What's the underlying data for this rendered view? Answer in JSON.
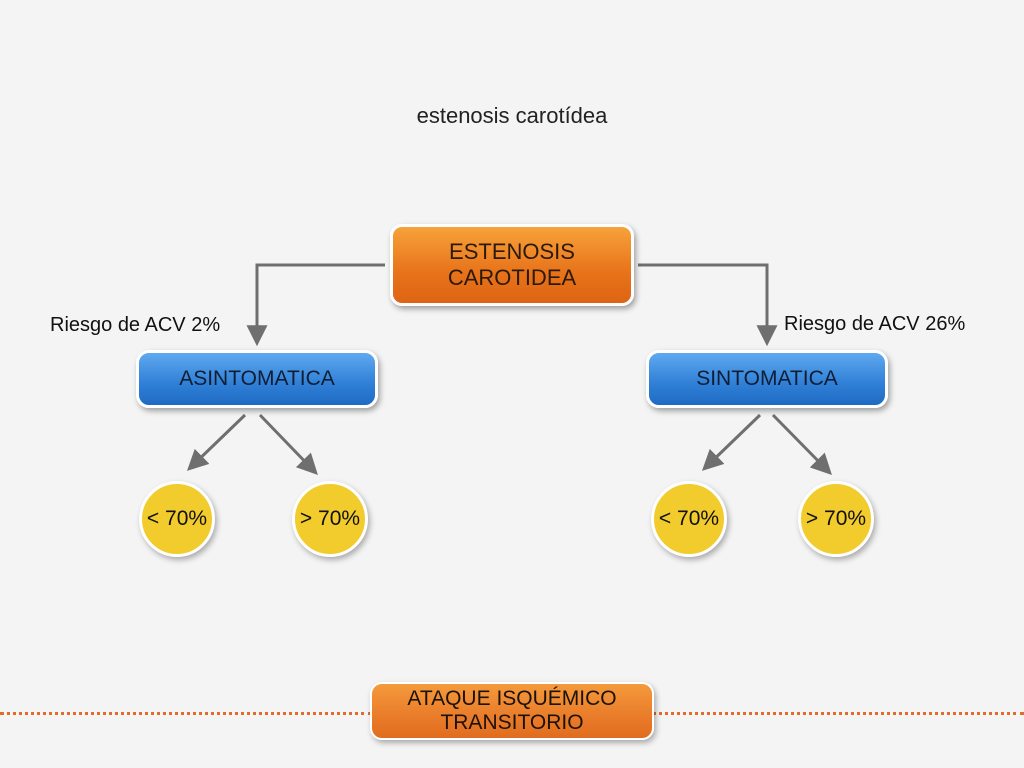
{
  "title": "estenosis carotídea",
  "root": {
    "line1": "ESTENOSIS",
    "line2": "CAROTIDEA"
  },
  "left": {
    "risk": "Riesgo de ACV 2%",
    "label": "ASINTOMATICA",
    "low": "< 70%",
    "high": "> 70%"
  },
  "right": {
    "risk": "Riesgo de ACV 26%",
    "label": "SINTOMATICA",
    "low": "< 70%",
    "high": "> 70%"
  },
  "bottom": {
    "line1": "ATAQUE ISQUÉMICO",
    "line2": "TRANSITORIO"
  },
  "colors": {
    "orange": "#e8731a",
    "blue": "#2f7fd6",
    "yellow": "#f2cb2c",
    "connector": "#6f6f6f",
    "dotted": "#e56b2a"
  }
}
